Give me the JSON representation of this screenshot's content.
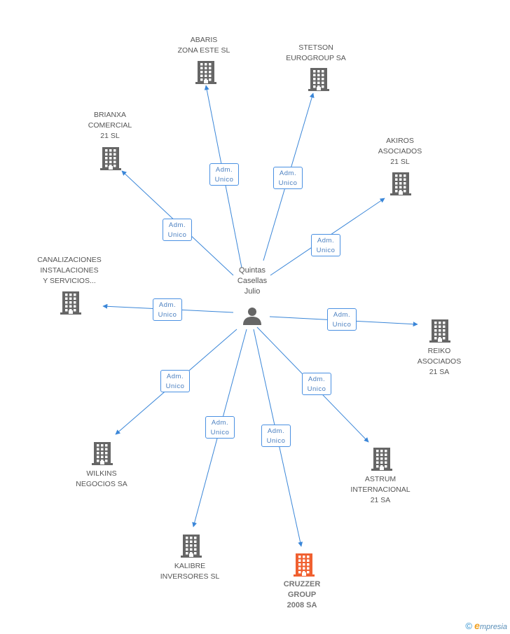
{
  "colors": {
    "edge": "#3a86d8",
    "building": "#666666",
    "building_highlight": "#f06030",
    "person": "#666666"
  },
  "center": {
    "name_lines": [
      "Quintas",
      "Casellas",
      "Julio"
    ],
    "icon": "person-icon"
  },
  "nodes": [
    {
      "id": "abaris",
      "lines": [
        "ABARIS",
        "ZONA ESTE SL"
      ],
      "highlight": false,
      "relation": [
        "Adm.",
        "Unico"
      ]
    },
    {
      "id": "stetson",
      "lines": [
        "STETSON",
        "EUROGROUP SA"
      ],
      "highlight": false,
      "relation": [
        "Adm.",
        "Unico"
      ]
    },
    {
      "id": "brianxa",
      "lines": [
        "BRIANXA",
        "COMERCIAL",
        "21 SL"
      ],
      "highlight": false,
      "relation": [
        "Adm.",
        "Unico"
      ]
    },
    {
      "id": "akiros",
      "lines": [
        "AKIROS",
        "ASOCIADOS",
        "21 SL"
      ],
      "highlight": false,
      "relation": [
        "Adm.",
        "Unico"
      ]
    },
    {
      "id": "canalizaciones",
      "lines": [
        "CANALIZACIONES",
        "INSTALACIONES",
        "Y SERVICIOS..."
      ],
      "highlight": false,
      "relation": [
        "Adm.",
        "Unico"
      ]
    },
    {
      "id": "reiko",
      "lines": [
        "REIKO",
        "ASOCIADOS",
        "21 SA"
      ],
      "highlight": false,
      "relation": [
        "Adm.",
        "Unico"
      ]
    },
    {
      "id": "wilkins",
      "lines": [
        "WILKINS",
        "NEGOCIOS SA"
      ],
      "highlight": false,
      "relation": [
        "Adm.",
        "Unico"
      ]
    },
    {
      "id": "astrum",
      "lines": [
        "ASTRUM",
        "INTERNACIONAL",
        "21 SA"
      ],
      "highlight": false,
      "relation": [
        "Adm.",
        "Unico"
      ]
    },
    {
      "id": "kalibre",
      "lines": [
        "KALIBRE",
        "INVERSORES SL"
      ],
      "highlight": false,
      "relation": [
        "Adm.",
        "Unico"
      ]
    },
    {
      "id": "cruzzer",
      "lines": [
        "CRUZZER",
        "GROUP",
        "2008 SA"
      ],
      "highlight": true,
      "relation": [
        "Adm.",
        "Unico"
      ]
    }
  ],
  "footer": {
    "copyright": "©",
    "brand_initial": "e",
    "brand_rest": "mpresia"
  }
}
